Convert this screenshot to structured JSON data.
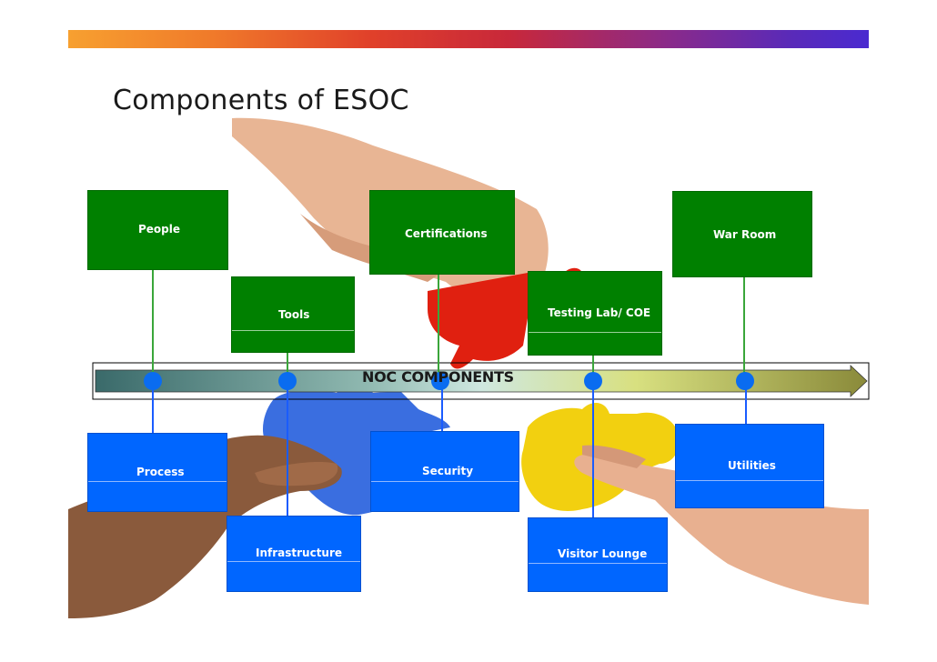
{
  "title": "Components of ESOC",
  "timeline_label": "NOC COMPONENTS",
  "components_above": [
    {
      "label": "People"
    },
    {
      "label": "Tools"
    },
    {
      "label": "Certifications"
    },
    {
      "label": "Testing Lab/ COE"
    },
    {
      "label": "War Room"
    }
  ],
  "components_below": [
    {
      "label": "Process"
    },
    {
      "label": "Infrastructure"
    },
    {
      "label": "Security"
    },
    {
      "label": "Visitor Lounge"
    },
    {
      "label": "Utilities"
    }
  ],
  "colors": {
    "above_box": "#008000",
    "below_box": "#0066ff",
    "connector_above": "#3aa63a",
    "connector_below": "#1a5cff",
    "marker": "#0a6cf0"
  }
}
